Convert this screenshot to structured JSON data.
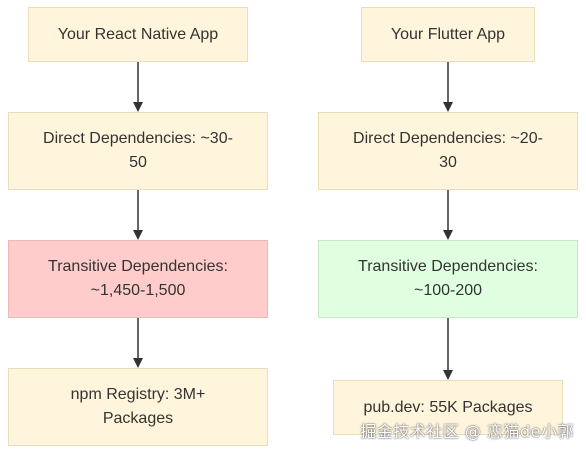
{
  "left": {
    "app": "Your React Native App",
    "direct": "Direct Dependencies: ~30-50",
    "transitive": "Transitive Dependencies: ~1,450-1,500",
    "registry": "npm Registry: 3M+ Packages"
  },
  "right": {
    "app": "Your Flutter App",
    "direct": "Direct Dependencies: ~20-30",
    "transitive": "Transitive Dependencies: ~100-200",
    "registry": "pub.dev: 55K Packages"
  },
  "colors": {
    "node_default": "#fff5dc",
    "node_red": "#ffcccc",
    "node_green": "#e0ffe0",
    "arrow": "#333333"
  },
  "watermark": "掘金技术社区 @ 恋猫de小郭"
}
